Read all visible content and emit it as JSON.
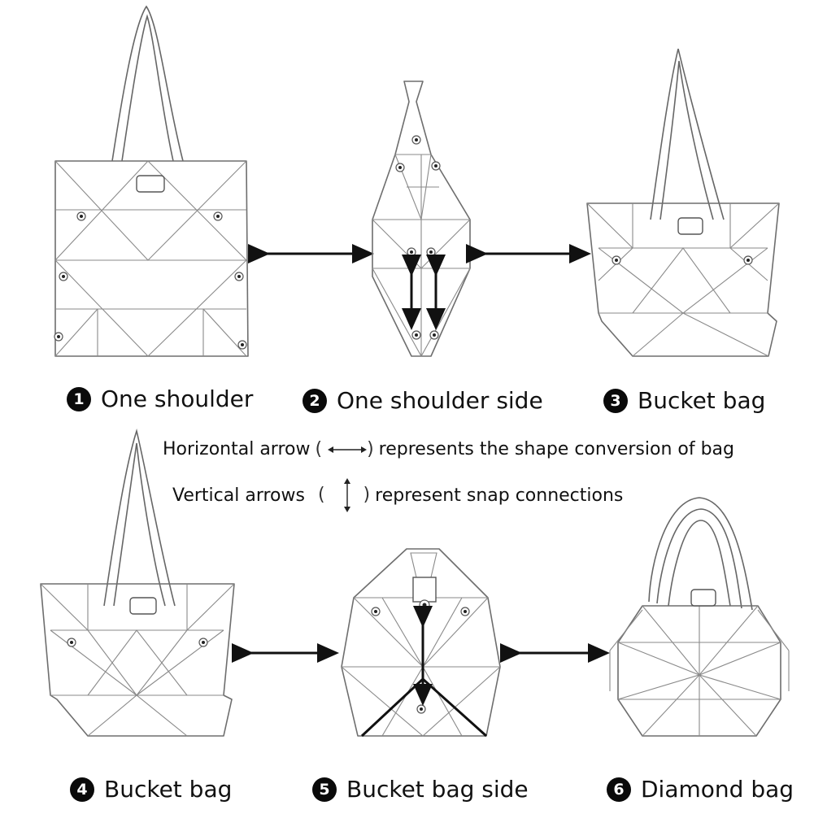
{
  "captions": [
    {
      "num": "1",
      "label": "One shoulder"
    },
    {
      "num": "2",
      "label": "One shoulder side"
    },
    {
      "num": "3",
      "label": "Bucket bag"
    },
    {
      "num": "4",
      "label": "Bucket bag"
    },
    {
      "num": "5",
      "label": "Bucket bag side"
    },
    {
      "num": "6",
      "label": "Diamond bag"
    }
  ],
  "legend": {
    "horizontal_label": "Horizontal arrow",
    "horizontal_text": "represents the shape conversion of bag",
    "vertical_label": "Vertical arrows",
    "vertical_text": "represent snap connections"
  }
}
